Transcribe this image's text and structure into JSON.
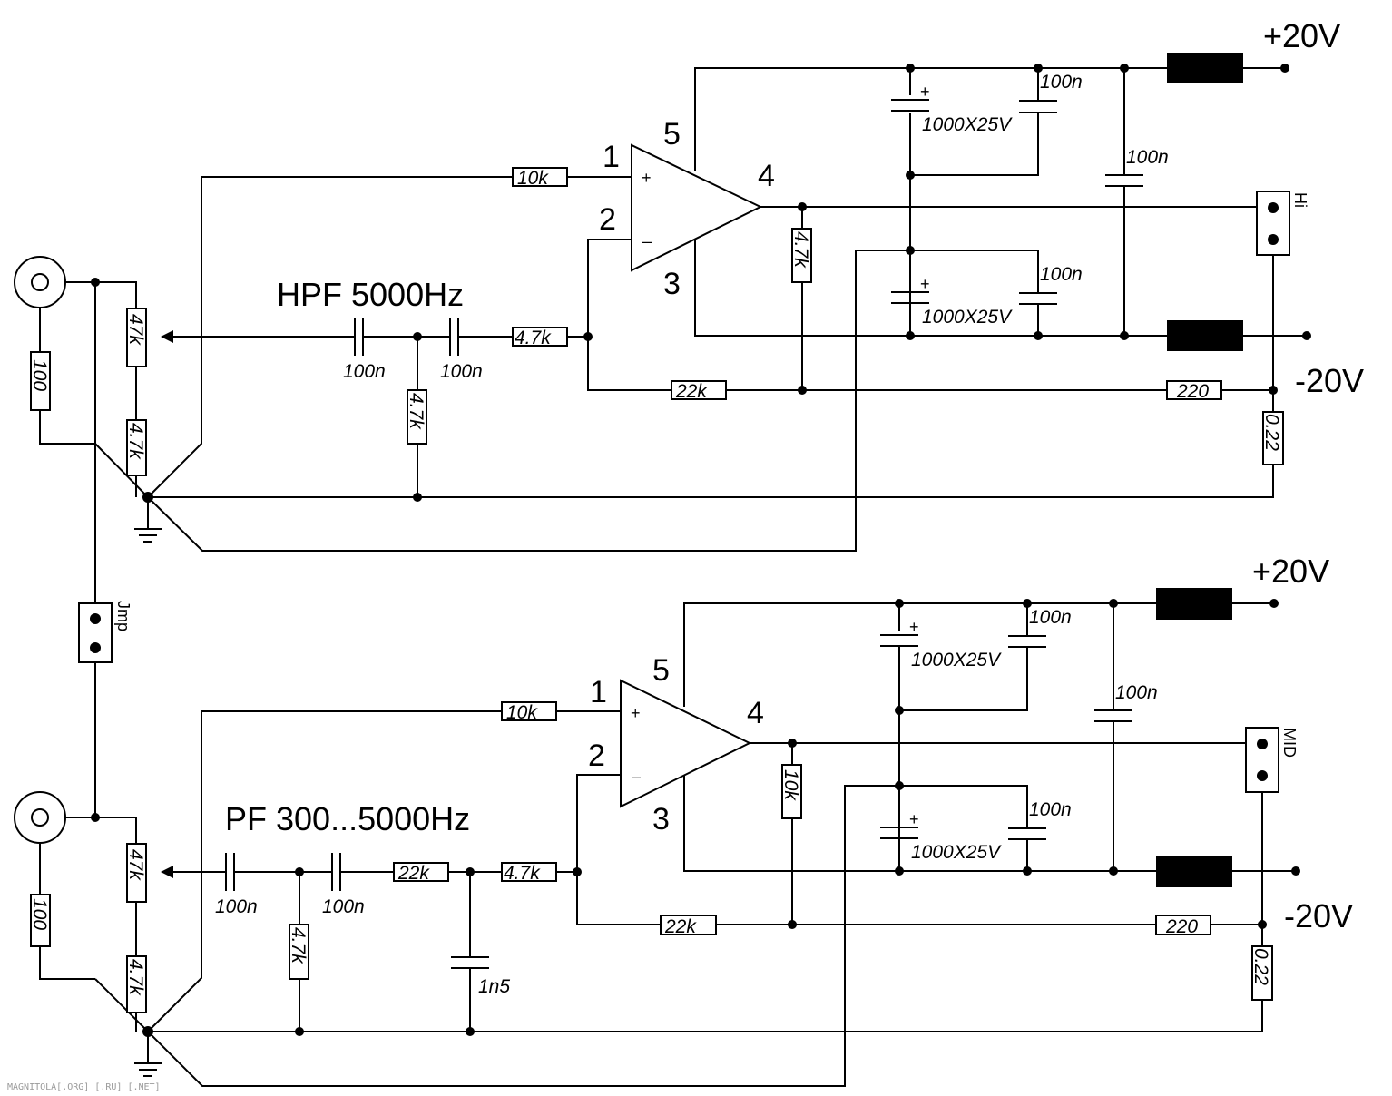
{
  "colors": {
    "wire": "#000000",
    "watermark": "#9a9a9a"
  },
  "watermark": "MAGNITOLA[.ORG] [.RU] [.NET]",
  "hi_channel": {
    "filter_title": "HPF 5000Hz",
    "pins": {
      "p1": "1",
      "p2": "2",
      "p3": "3",
      "p4": "4",
      "p5": "5"
    },
    "plus": "+",
    "minus": "–",
    "supply_pos": "+20V",
    "supply_neg": "-20V",
    "output_label": "Hi",
    "r_input": "100",
    "pot": "47k",
    "r_gnd": "4.7k",
    "c1": "100n",
    "c2": "100n",
    "r_shunt": "4.7k",
    "r_series": "4.7k",
    "r_in_plus": "10k",
    "r_feedback": "4.7k",
    "r_22k": "22k",
    "r_220": "220",
    "r_022": "0.22",
    "elcap_top": "1000X25V",
    "cap_top": "100n",
    "elcap_bot": "1000X25V",
    "cap_bot": "100n",
    "cap_rail": "100n"
  },
  "mid_channel": {
    "filter_title": "PF 300...5000Hz",
    "pins": {
      "p1": "1",
      "p2": "2",
      "p3": "3",
      "p4": "4",
      "p5": "5"
    },
    "plus": "+",
    "minus": "–",
    "supply_pos": "+20V",
    "supply_neg": "-20V",
    "output_label": "MID",
    "r_input": "100",
    "pot": "47k",
    "r_gnd": "4.7k",
    "c1": "100n",
    "c2": "100n",
    "r_shunt": "4.7k",
    "r_22k_series": "22k",
    "c_1n5": "1n5",
    "r_series": "4.7k",
    "r_in_plus": "10k",
    "r_feedback": "10k",
    "r_22k": "22k",
    "r_220": "220",
    "r_022": "0.22",
    "elcap_top": "1000X25V",
    "cap_top": "100n",
    "elcap_bot": "1000X25V",
    "cap_bot": "100n",
    "cap_rail": "100n"
  },
  "jumper_label": "Jmp"
}
